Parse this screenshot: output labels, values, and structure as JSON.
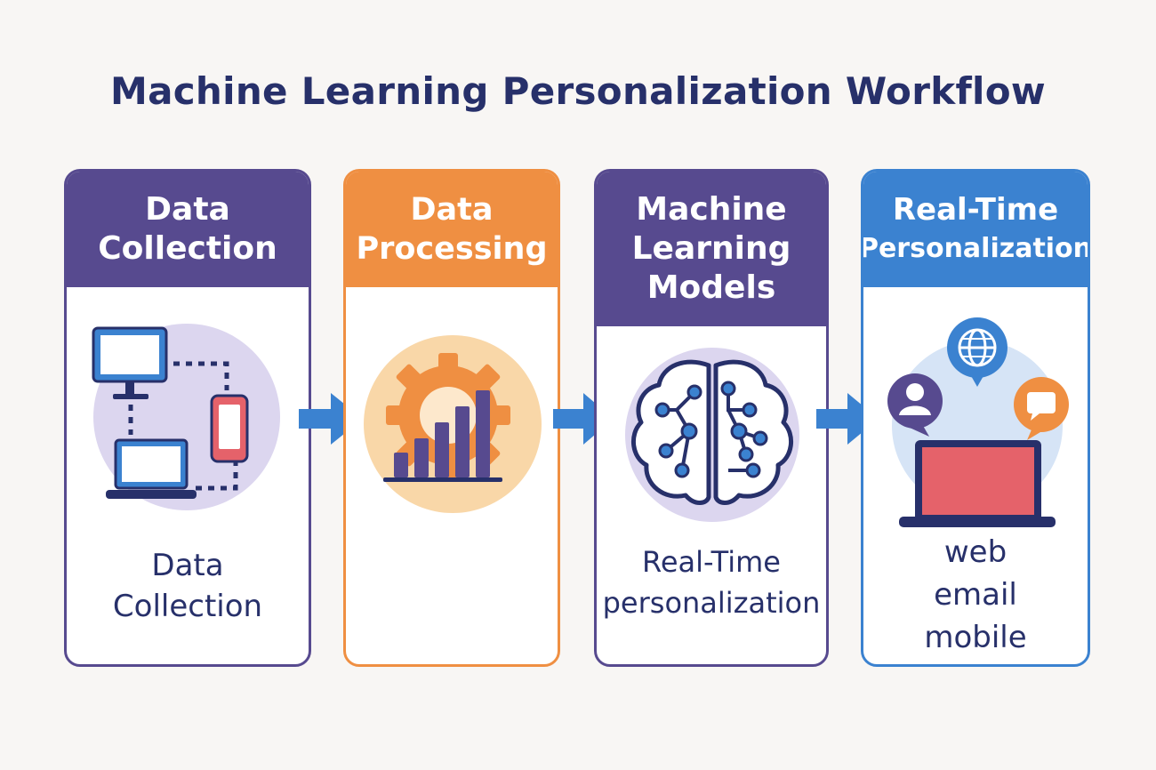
{
  "title": "Machine Learning Personalization Workflow",
  "colors": {
    "title": "#27306a",
    "purple": "#574a8f",
    "orange": "#ef8f42",
    "blue": "#3b82d0",
    "arrow": "#3b82d0",
    "background": "#f8f6f4"
  },
  "stages": [
    {
      "header": [
        "Data",
        "Collection"
      ],
      "icon": "devices-network-icon",
      "footer": [
        "Data",
        "Collection"
      ]
    },
    {
      "header": [
        "Data",
        "Processing"
      ],
      "icon": "gear-bar-chart-icon",
      "footer": []
    },
    {
      "header": [
        "Machine",
        "Learning",
        "Models"
      ],
      "icon": "brain-network-icon",
      "footer": [
        "Real-Time",
        "personalization"
      ]
    },
    {
      "header": [
        "Real-Time",
        "Personalization"
      ],
      "icon": "laptop-channels-icon",
      "footer": [
        "web",
        "email",
        "mobile"
      ]
    }
  ],
  "connectors": [
    "arrow-right-icon",
    "arrow-right-icon",
    "arrow-right-icon"
  ]
}
